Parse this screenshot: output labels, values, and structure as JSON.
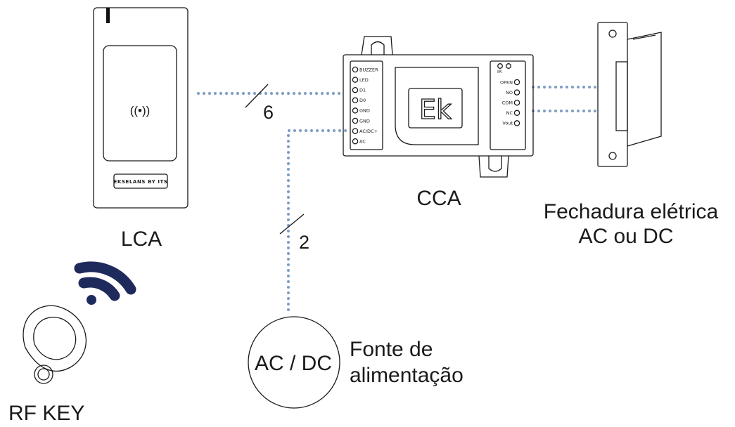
{
  "labels": {
    "reader": "LCA",
    "controller": "CCA",
    "lock_line1": "Fechadura elétrica",
    "lock_line2": "AC ou DC",
    "power_symbol": "AC / DC",
    "power_line1": "Fonte de",
    "power_line2": "alimentação",
    "rf_key": "RF KEY",
    "reader_wire_count": "6",
    "power_wire_count": "2"
  },
  "reader": {
    "brand": "EKSELANS BY ITS",
    "rfid_symbol": "((•))"
  },
  "controller": {
    "logo": "Ek",
    "ir_label": "IR",
    "left_pins": [
      "BUZZER",
      "LED",
      "D1",
      "D0",
      "GND",
      "GND",
      "AC/DC+",
      "AC"
    ],
    "right_pins": [
      "OPEN",
      "NO",
      "COM",
      "NC",
      "Vout"
    ]
  },
  "colors": {
    "wire": "#7d9cc4",
    "wifi_icon": "#1f2a5c",
    "outline": "#1a1a1a"
  },
  "icons": {
    "reader_contactless": "nfc-icon",
    "key_signal": "wifi-signal-icon",
    "key_fob": "key-fob-icon"
  }
}
